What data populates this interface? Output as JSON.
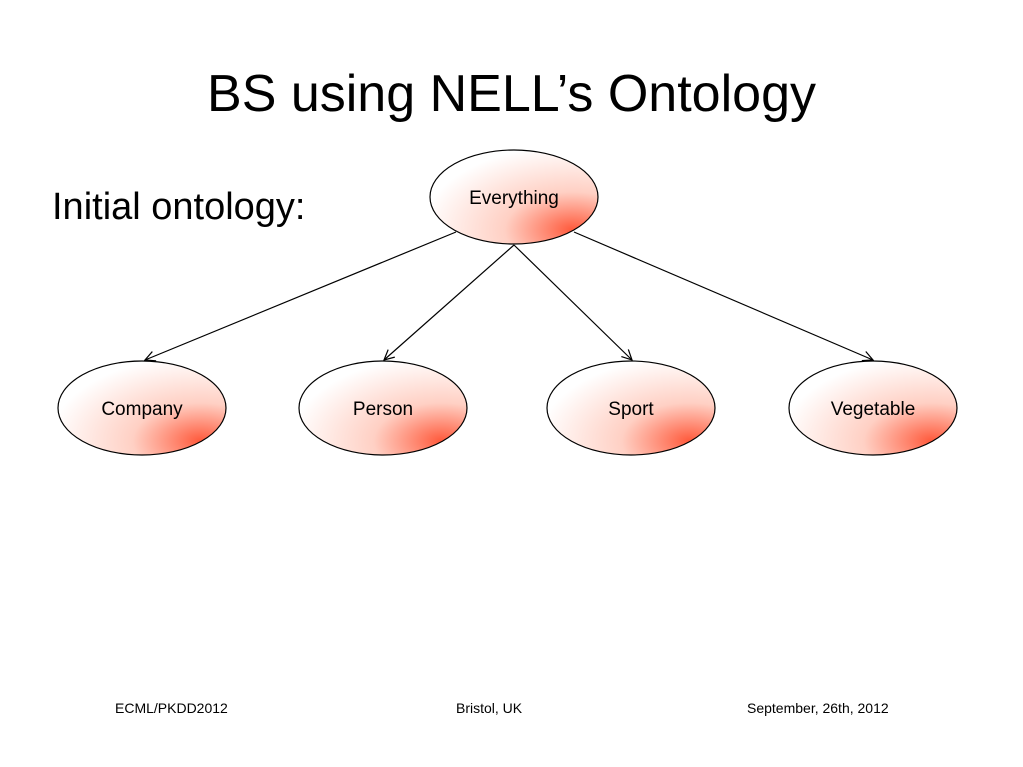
{
  "slide": {
    "title": "BS using NELL’s Ontology",
    "subheading": "Initial ontology:"
  },
  "diagram": {
    "root": {
      "id": "everything",
      "label": "Everything"
    },
    "children": [
      {
        "id": "company",
        "label": "Company"
      },
      {
        "id": "person",
        "label": "Person"
      },
      {
        "id": "sport",
        "label": "Sport"
      },
      {
        "id": "vegetable",
        "label": "Vegetable"
      }
    ],
    "node_fill_accent": "#ff5a3c",
    "node_fill_base": "#ffffff"
  },
  "footer": {
    "left": "ECML/PKDD2012",
    "center": "Bristol, UK",
    "right": "September, 26th, 2012"
  }
}
